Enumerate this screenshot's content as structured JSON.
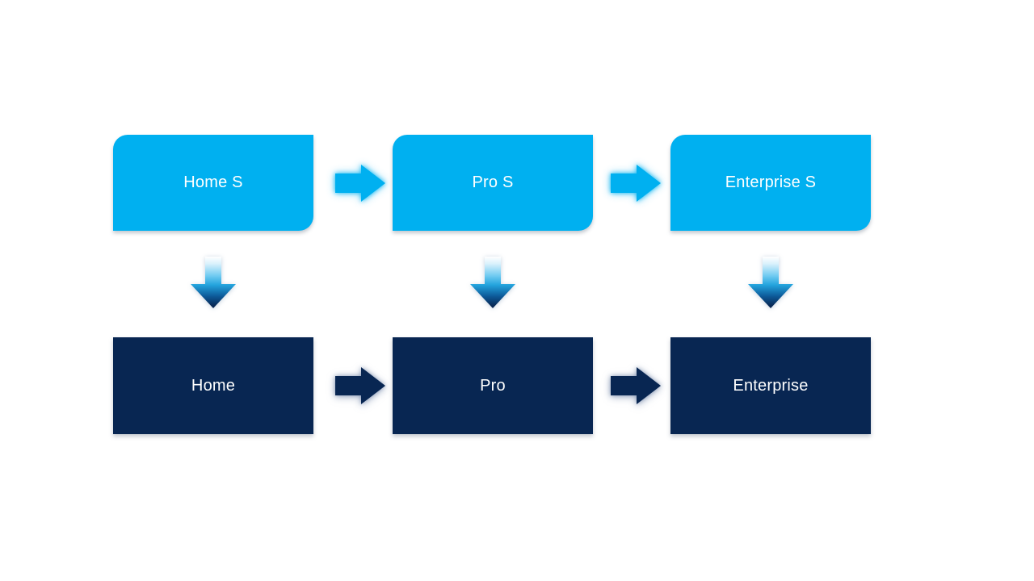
{
  "colors": {
    "light_blue": "#00b0f0",
    "dark_navy": "#082652",
    "label_text": "#ffffff"
  },
  "nodes": {
    "top_row": [
      {
        "label": "Home S"
      },
      {
        "label": "Pro S"
      },
      {
        "label": "Enterprise S"
      }
    ],
    "bottom_row": [
      {
        "label": "Home"
      },
      {
        "label": "Pro"
      },
      {
        "label": "Enterprise"
      }
    ]
  },
  "connectors": {
    "top_row_right_arrows": 2,
    "bottom_row_right_arrows": 2,
    "down_arrows": 3
  }
}
